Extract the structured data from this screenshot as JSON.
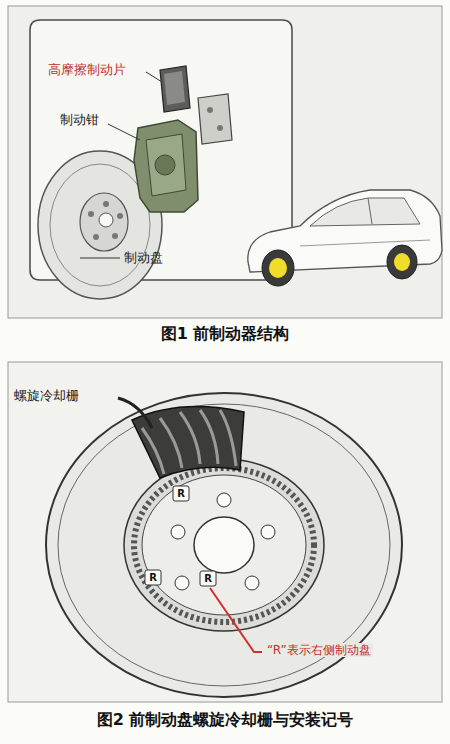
{
  "diagram": {
    "labels": [
      "高摩擦制动片",
      "制动钳",
      "制动盘",
      "图1 前制动器结构",
      "螺旋冷却栅",
      "R",
      "R",
      "R",
      "“R”表示右侧制动盘",
      "图2 前制动盘螺旋冷却栅与安装记号"
    ]
  }
}
